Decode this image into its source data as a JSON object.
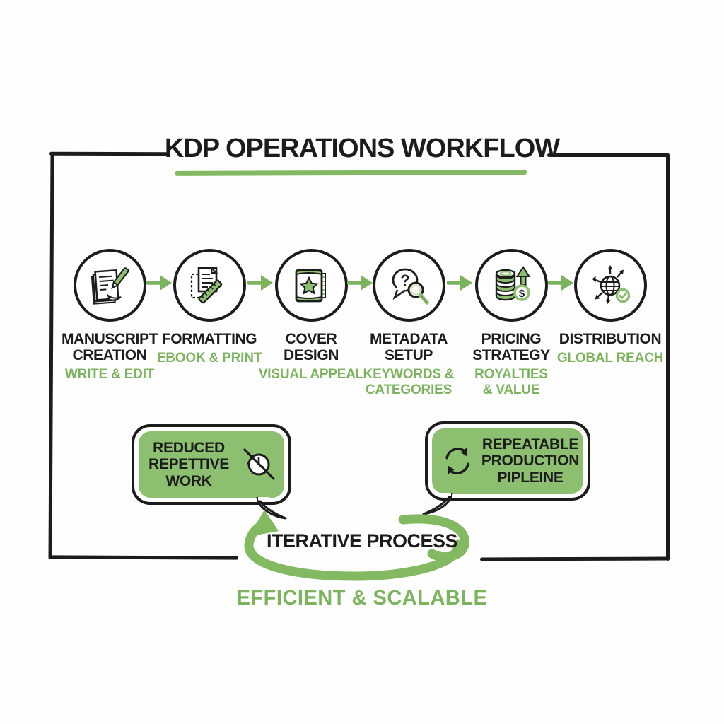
{
  "title": "KDP OPERATIONS WORKFLOW",
  "colors": {
    "ink": "#1c1c1c",
    "green_accent": "#7cb45e",
    "green_fill": "#8dbf70",
    "background": "#ffffff"
  },
  "steps": [
    {
      "label": "MANUSCRIPT\nCREATION",
      "sublabel": "WRITE & EDIT",
      "icon": "manuscript-pen-icon"
    },
    {
      "label": "FORMATTING",
      "sublabel": "EBOOK & PRINT",
      "icon": "document-ruler-icon"
    },
    {
      "label": "COVER DESIGN",
      "sublabel": "VISUAL APPEAL",
      "icon": "book-star-icon"
    },
    {
      "label": "METADATA\nSETUP",
      "sublabel": "KEYWORDS &\nCATEGORIES",
      "icon": "question-magnifier-icon"
    },
    {
      "label": "PRICING\nSTRATEGY",
      "sublabel": "ROYALTIES\n& VALUE",
      "icon": "coin-stack-dollar-icon"
    },
    {
      "label": "DISTRIBUTION",
      "sublabel": "GLOBAL REACH",
      "icon": "globe-arrows-check-icon"
    }
  ],
  "flow_arrow_icon": "green-arrow-right-icon",
  "callouts": [
    {
      "text": "REDUCED\nREPETTIVE\nWORK",
      "icon": "no-clock-icon"
    },
    {
      "text": "REPEATABLE\nPRODUCTION\nPIPLEINE",
      "icon": "cycle-arrows-icon"
    }
  ],
  "footer": {
    "loop_label": "ITERATIVE PROCESS",
    "loop_icon": "circular-arrow-icon",
    "tagline": "EFFICIENT & SCALABLE"
  }
}
